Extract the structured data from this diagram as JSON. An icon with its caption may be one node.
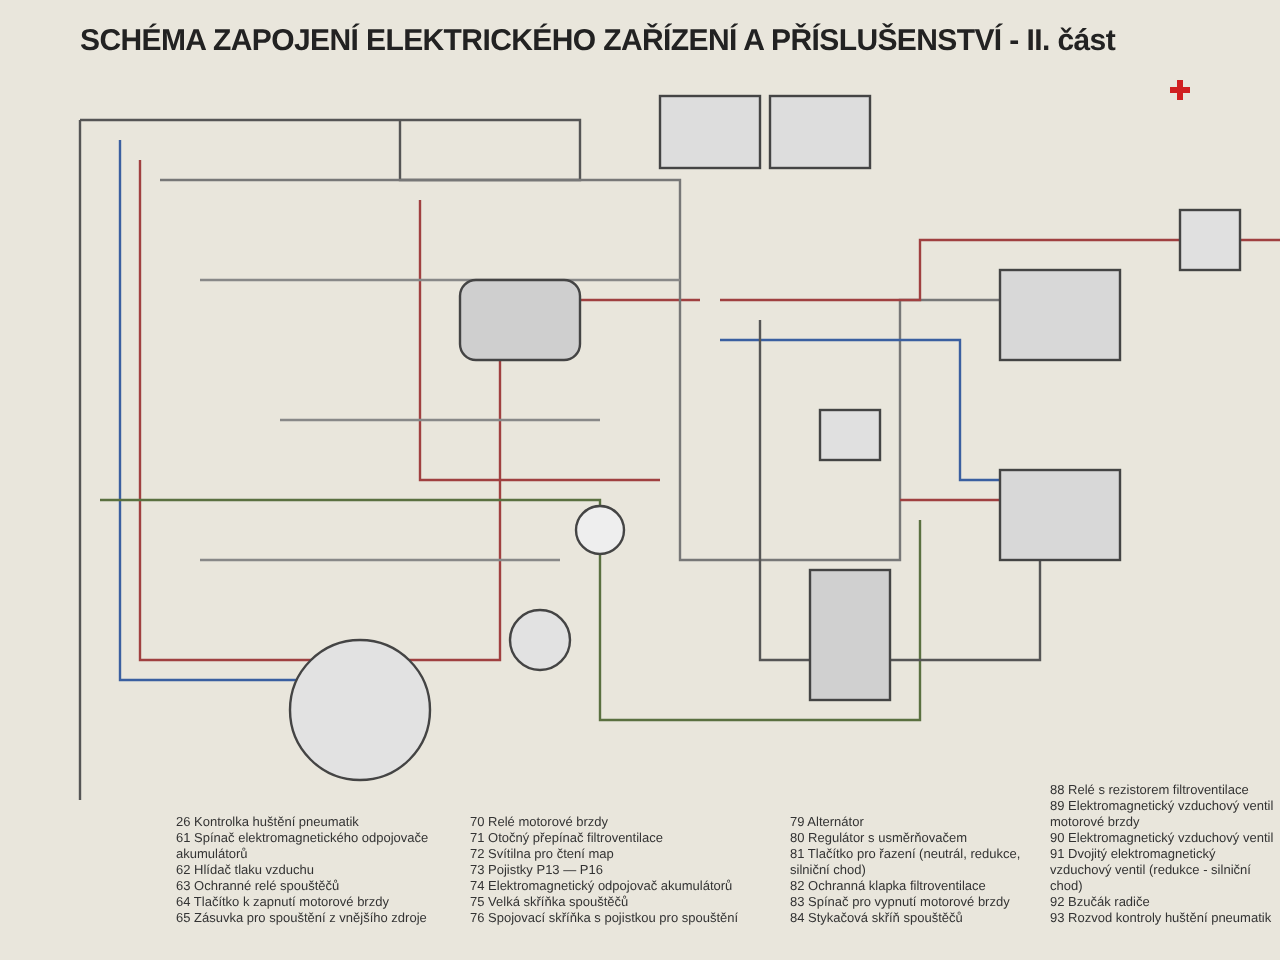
{
  "diagram": {
    "title": "SCHÉMA ZAPOJENÍ ELEKTRICKÉHO ZAŘÍZENÍ A PŘÍSLUŠENSTVÍ - II. část",
    "labels": [
      "26 Kontrolka huštění pneumatik",
      "61 Spínač elektromagnetického odpojovače akumulátorů",
      "62 Hlídač tlaku vzduchu",
      "63 Ochranné relé spouštěčů",
      "64 Tlačítko k zapnutí motorové brzdy",
      "65 Zásuvka pro spouštění z vnějšího zdroje",
      "70 Relé motorové brzdy",
      "71 Otočný přepínač filtroventilace",
      "72 Svítilna pro čtení map",
      "73 Pojistky P13 — P16",
      "74 Elektromagnetický odpojovač akumulátorů",
      "75 Velká skříňka spouštěčů",
      "76 Spojovací skříňka s pojistkou pro spouštění",
      "79 Alternátor",
      "80 Regulátor s usměrňovačem",
      "81 Tlačítko pro řazení (neutrál, redukce, silniční chod)",
      "82 Ochranná klapka filtroventilace",
      "83 Spínač pro vypnutí motorové brzdy",
      "84 Stykačová skříň spouštěčů",
      "88 Relé s rezistorem filtroventilace",
      "89 Elektromagnetický vzduchový ventil motorové brzdy",
      "90 Elektromagnetický vzduchový ventil",
      "91 Dvojitý elektromagnetický vzduchový ventil (redukce - silniční chod)",
      "92 Bzučák radiče",
      "93 Rozvod kontroly huštění pneumatik"
    ]
  }
}
